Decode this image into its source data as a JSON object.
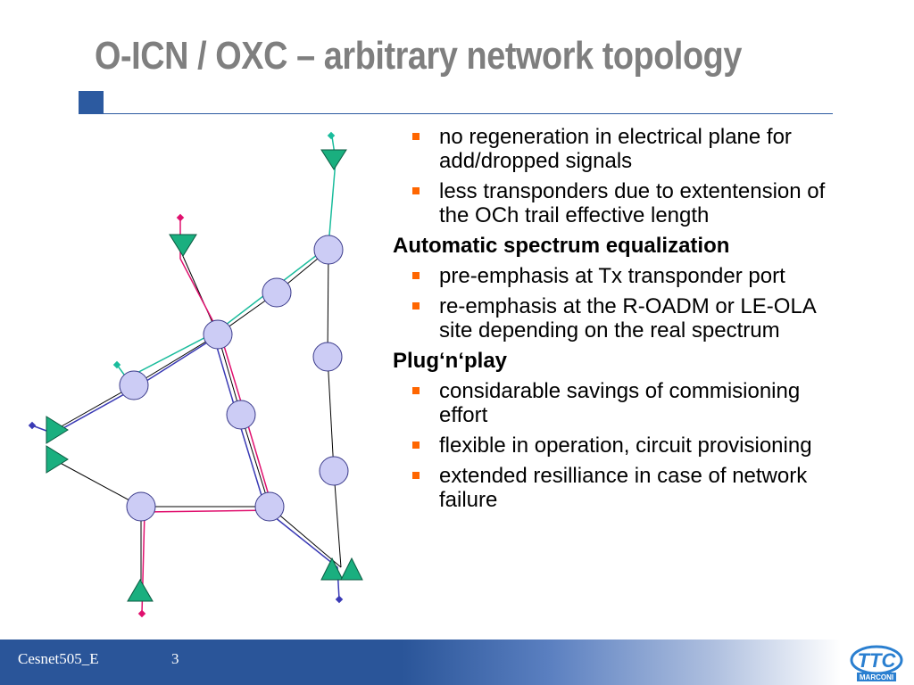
{
  "slide": {
    "title": "O-ICN / OXC – arbitrary network topology"
  },
  "content": {
    "items": [
      {
        "kind": "bullet",
        "text": "no regeneration in electrical plane for add/dropped signals"
      },
      {
        "kind": "bullet",
        "text": "less transponders due to extentension of the OCh trail effective length"
      },
      {
        "kind": "heading",
        "text": "Automatic spectrum equalization"
      },
      {
        "kind": "bullet",
        "text": "pre-emphasis at Tx transponder port"
      },
      {
        "kind": "bullet",
        "text": "re-emphasis at the R-OADM or LE-OLA site depending on the real spectrum"
      },
      {
        "kind": "heading",
        "text": "Plug‘n‘play"
      },
      {
        "kind": "bullet",
        "text": "considarable savings of commisioning effort"
      },
      {
        "kind": "bullet",
        "text": "flexible in operation, circuit provisioning"
      },
      {
        "kind": "bullet",
        "text": "extended resilliance in case of network failure"
      }
    ]
  },
  "footer": {
    "label": "Cesnet505_E",
    "page": "3"
  },
  "logo": {
    "text": "TTC",
    "subtext": "MARCONI"
  },
  "colors": {
    "title": "#7f7f7f",
    "accent": "#2c5aa0",
    "bullet": "#ff6600",
    "node_fill": "#ccccf5",
    "terminal_fill": "#1aaf7f",
    "path_teal": "#1abc9c",
    "path_magenta": "#e0106e",
    "path_blue": "#3a3ab5"
  }
}
